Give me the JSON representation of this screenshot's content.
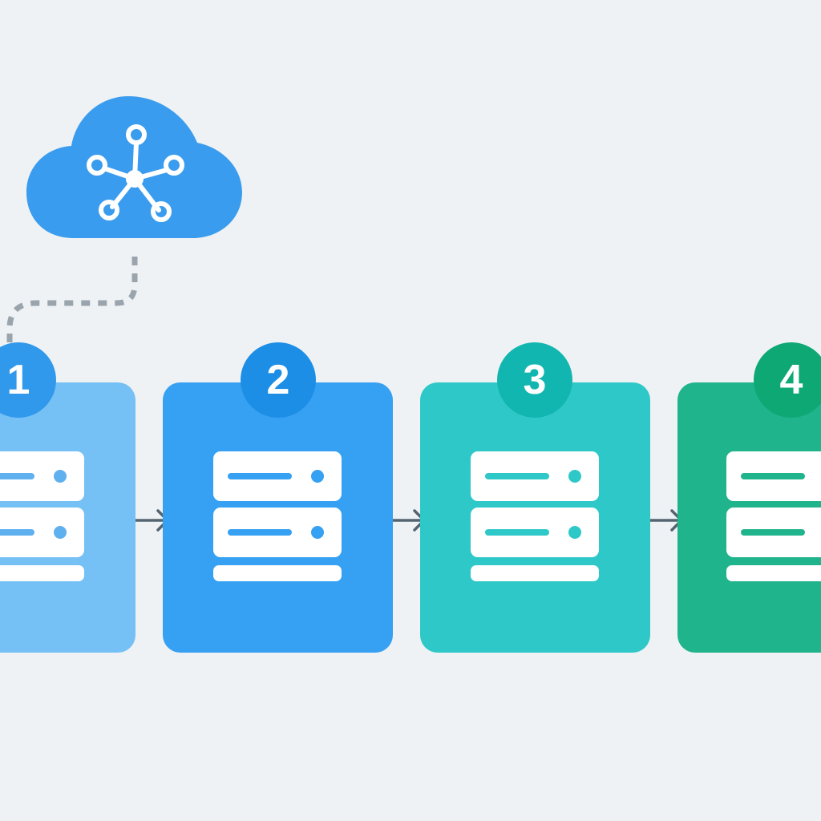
{
  "steps": [
    {
      "number": "1",
      "card_color": "#75c0f4",
      "badge_color": "#3199ec",
      "accent_color": "#5fb0ef"
    },
    {
      "number": "2",
      "card_color": "#36a0f2",
      "badge_color": "#1d8ee6",
      "accent_color": "#36a0f2"
    },
    {
      "number": "3",
      "card_color": "#2ec8c8",
      "badge_color": "#12b6b0",
      "accent_color": "#2ec8c8"
    },
    {
      "number": "4",
      "card_color": "#20b48c",
      "badge_color": "#0ea875",
      "accent_color": "#20b48c"
    }
  ],
  "cloud": {
    "color": "#3a9cee",
    "icon": "network-hub-icon"
  },
  "connector_color": "#9aa4ac",
  "arrow_color": "#546470",
  "background_color": "#eff2f4"
}
